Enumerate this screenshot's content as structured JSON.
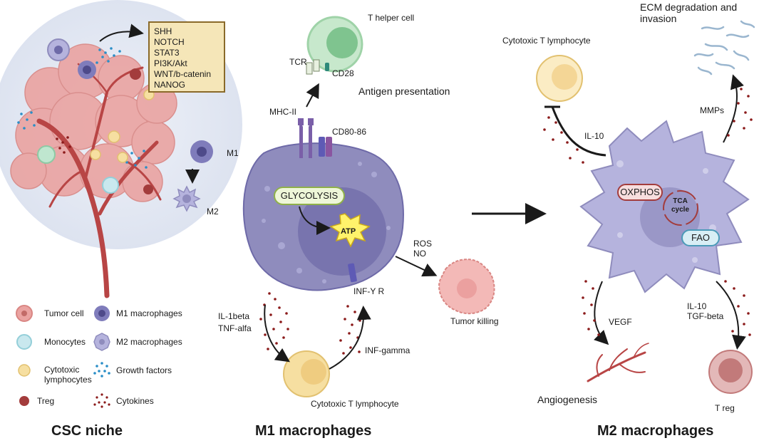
{
  "sections": {
    "csc_niche": "CSC niche",
    "m1": "M1 macrophages",
    "m2": "M2 macrophages"
  },
  "csc": {
    "pathways": [
      "SHH",
      "NOTCH",
      "STAT3",
      "PI3K/Akt",
      "WNT/b-catenin",
      "NANOG"
    ],
    "m1_label": "M1",
    "m2_label": "M2"
  },
  "legend": [
    {
      "label": "Tumor cell",
      "icon": "tumor-cell-icon"
    },
    {
      "label": "M1 macrophages",
      "icon": "m1-macrophage-icon"
    },
    {
      "label": "Monocytes",
      "icon": "monocyte-icon"
    },
    {
      "label": "M2 macrophages",
      "icon": "m2-macrophage-icon"
    },
    {
      "label": "Cytotoxic\nlymphocytes",
      "icon": "cytotoxic-lymphocyte-icon"
    },
    {
      "label": "Growth factors",
      "icon": "growth-factors-icon"
    },
    {
      "label": "Treg",
      "icon": "treg-icon"
    },
    {
      "label": "Cytokines",
      "icon": "cytokines-icon"
    }
  ],
  "m1": {
    "t_helper": "T helper cell",
    "tcr": "TCR",
    "cd28": "CD28",
    "antigen_presentation": "Antigen presentation",
    "mhc2": "MHC-II",
    "cd80": "CD80-86",
    "glycolysis": "GLYCOLYSIS",
    "atp": "ATP",
    "ros_no": "ROS\nNO",
    "tumor_killing": "Tumor killing",
    "infyr": "INF-Y R",
    "il1": "IL-1beta\nTNF-alfa",
    "infg": "INF-gamma",
    "ctl": "Cytotoxic T lymphocyte"
  },
  "m2": {
    "ctl": "Cytotoxic T lymphocyte",
    "ecm": "ECM degradation and\ninvasion",
    "mmps": "MMPs",
    "il10": "IL-10",
    "oxphos": "OXPHOS",
    "tca": "TCA\ncycle",
    "fao": "FAO",
    "vegf": "VEGF",
    "il10_tgf": "IL-10\nTGF-beta",
    "angiogenesis": "Angiogenesis",
    "treg": "T reg"
  },
  "colors": {
    "macrophage": "#b5b3dd",
    "nucleus": "#8f8cbd",
    "tumor": "#e89a98",
    "vessel": "#b84545",
    "t_helper": "#9fd3a8",
    "ctl": "#f6dfa1",
    "treg": "#c27a7a",
    "cytokine": "#8b1a1a",
    "growth": "#2a8ec7",
    "box": "#f5e6b8"
  }
}
